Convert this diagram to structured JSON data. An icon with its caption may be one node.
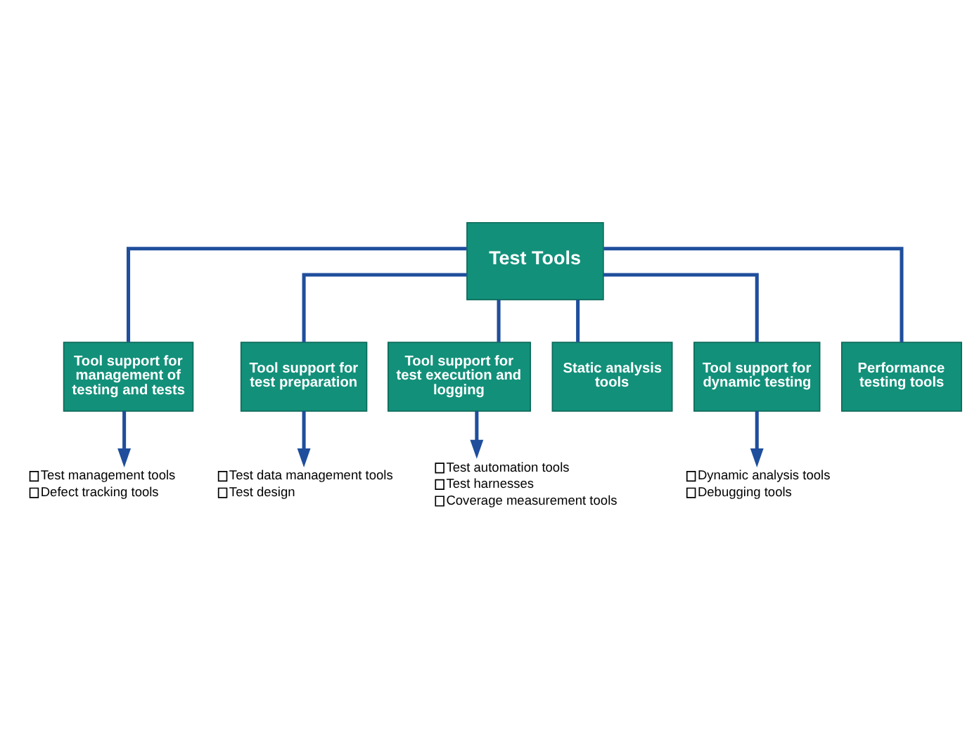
{
  "diagram": {
    "nodes": [
      {
        "text": [
          "Test Tools"
        ]
      },
      {
        "text": [
          "Tool support for management of testing and tests"
        ]
      },
      {
        "text": [
          "Tool support for test preparation"
        ]
      },
      {
        "text": [
          "Tool support for test execution and logging"
        ]
      },
      {
        "text": [
          "Static analysis tools"
        ]
      },
      {
        "text": [
          "Tool support for dynamic testing"
        ]
      },
      {
        "text": [
          "Performance testing tools"
        ]
      },
      {
        "text": [
          "Test management tools",
          "Defect tracking tools"
        ]
      },
      {
        "text": [
          "Test data management tools",
          "Test design"
        ]
      },
      {
        "text": [
          "Test automation tools",
          "Test harnesses",
          "Coverage measurement tools"
        ]
      },
      {
        "text": [
          "Dynamic analysis tools",
          "Debugging tools"
        ]
      }
    ],
    "edges": [
      {
        "from": 0,
        "to": 1,
        "arrow": "none"
      },
      {
        "from": 0,
        "to": 2,
        "arrow": "none"
      },
      {
        "from": 0,
        "to": 3,
        "arrow": "none"
      },
      {
        "from": 0,
        "to": 4,
        "arrow": "none"
      },
      {
        "from": 0,
        "to": 5,
        "arrow": "none"
      },
      {
        "from": 0,
        "to": 6,
        "arrow": "none"
      },
      {
        "from": 1,
        "to": 7,
        "arrow": "to"
      },
      {
        "from": 2,
        "to": 8,
        "arrow": "to"
      },
      {
        "from": 3,
        "to": 9,
        "arrow": "to"
      },
      {
        "from": 5,
        "to": 10,
        "arrow": "to"
      }
    ]
  }
}
